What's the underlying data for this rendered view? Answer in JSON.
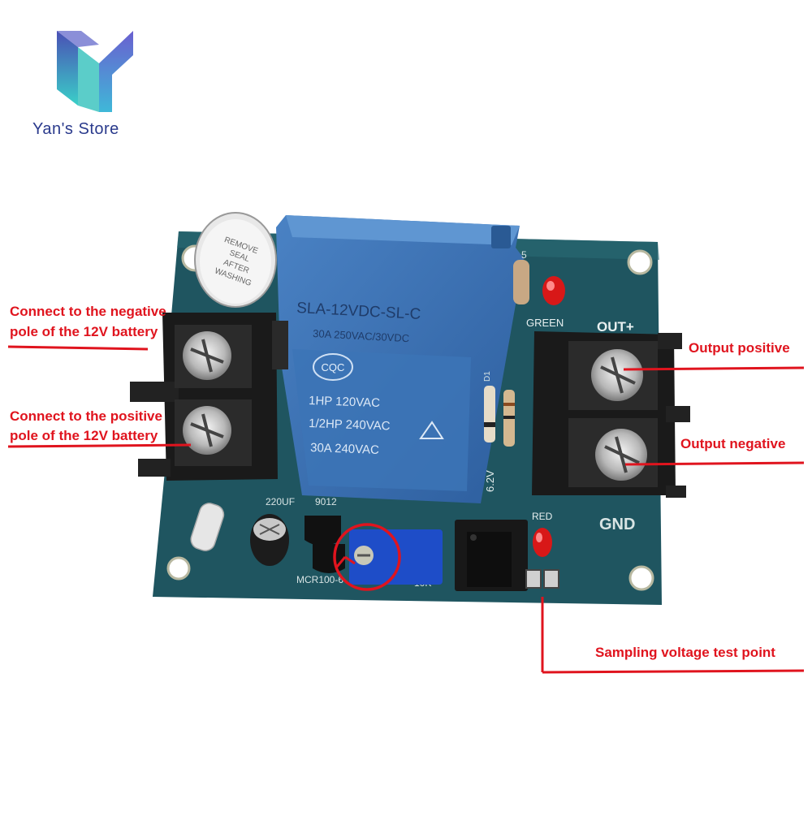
{
  "brand": {
    "store_name": "Yan's Store"
  },
  "annotations": {
    "neg_line1": "Connect to the negative",
    "neg_line2": "pole of the 12V battery",
    "pos_line1": "Connect to the positive",
    "pos_line2": "pole of the 12V battery",
    "out_pos": "Output positive",
    "out_neg": "Output negative",
    "sampling": "Sampling voltage test point"
  },
  "board": {
    "relay_model": "SLA-12VDC-SL-C",
    "relay_rating": "30A 250VAC/30VDC",
    "relay_cert": "CQC",
    "relay_hp1": "1HP 120VAC",
    "relay_hp2": "1/2HP 240VAC",
    "relay_amp": "30A 240VAC",
    "buzzer_text1": "REMOVE",
    "buzzer_text2": "SEAL",
    "buzzer_text3": "AFTER",
    "buzzer_text4": "WASHING",
    "green_label": "GREEN",
    "red_label": "RED",
    "out_label": "OUT+",
    "gnd_label": "GND",
    "cap_label": "220UF",
    "tr_label": "9012",
    "zener_label": "6.2V",
    "mcr_label": "MCR100-6",
    "pot_label": "10K",
    "d_label": "D1",
    "r_label": "5"
  },
  "colors": {
    "accent": "#e0141e",
    "pcb": "#1f5560",
    "relay": "#3a6fb0",
    "brand": "#2a3a8c"
  }
}
